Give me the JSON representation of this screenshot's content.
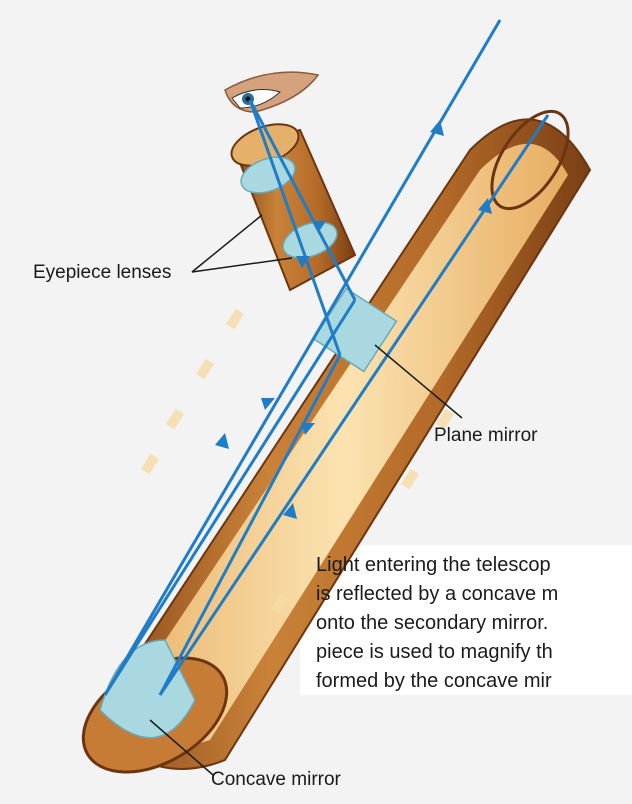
{
  "labels": {
    "eyepiece": "Eyepiece lenses",
    "plane_mirror": "Plane mirror",
    "concave_mirror": "Concave mirror"
  },
  "caption": {
    "lines": [
      "Light entering the telescop",
      "is reflected by a concave m",
      "onto the secondary mirror.",
      "piece is used to magnify th",
      "formed by the concave mir"
    ]
  },
  "colors": {
    "ray": "#1f7cc6",
    "tube_outer": "#b86a2a",
    "tube_inner": "#f1cf8e",
    "mirror": "#a9d8e0",
    "background": "#f3f3f3"
  },
  "icons": [
    "eye-icon",
    "arrow-icon"
  ]
}
